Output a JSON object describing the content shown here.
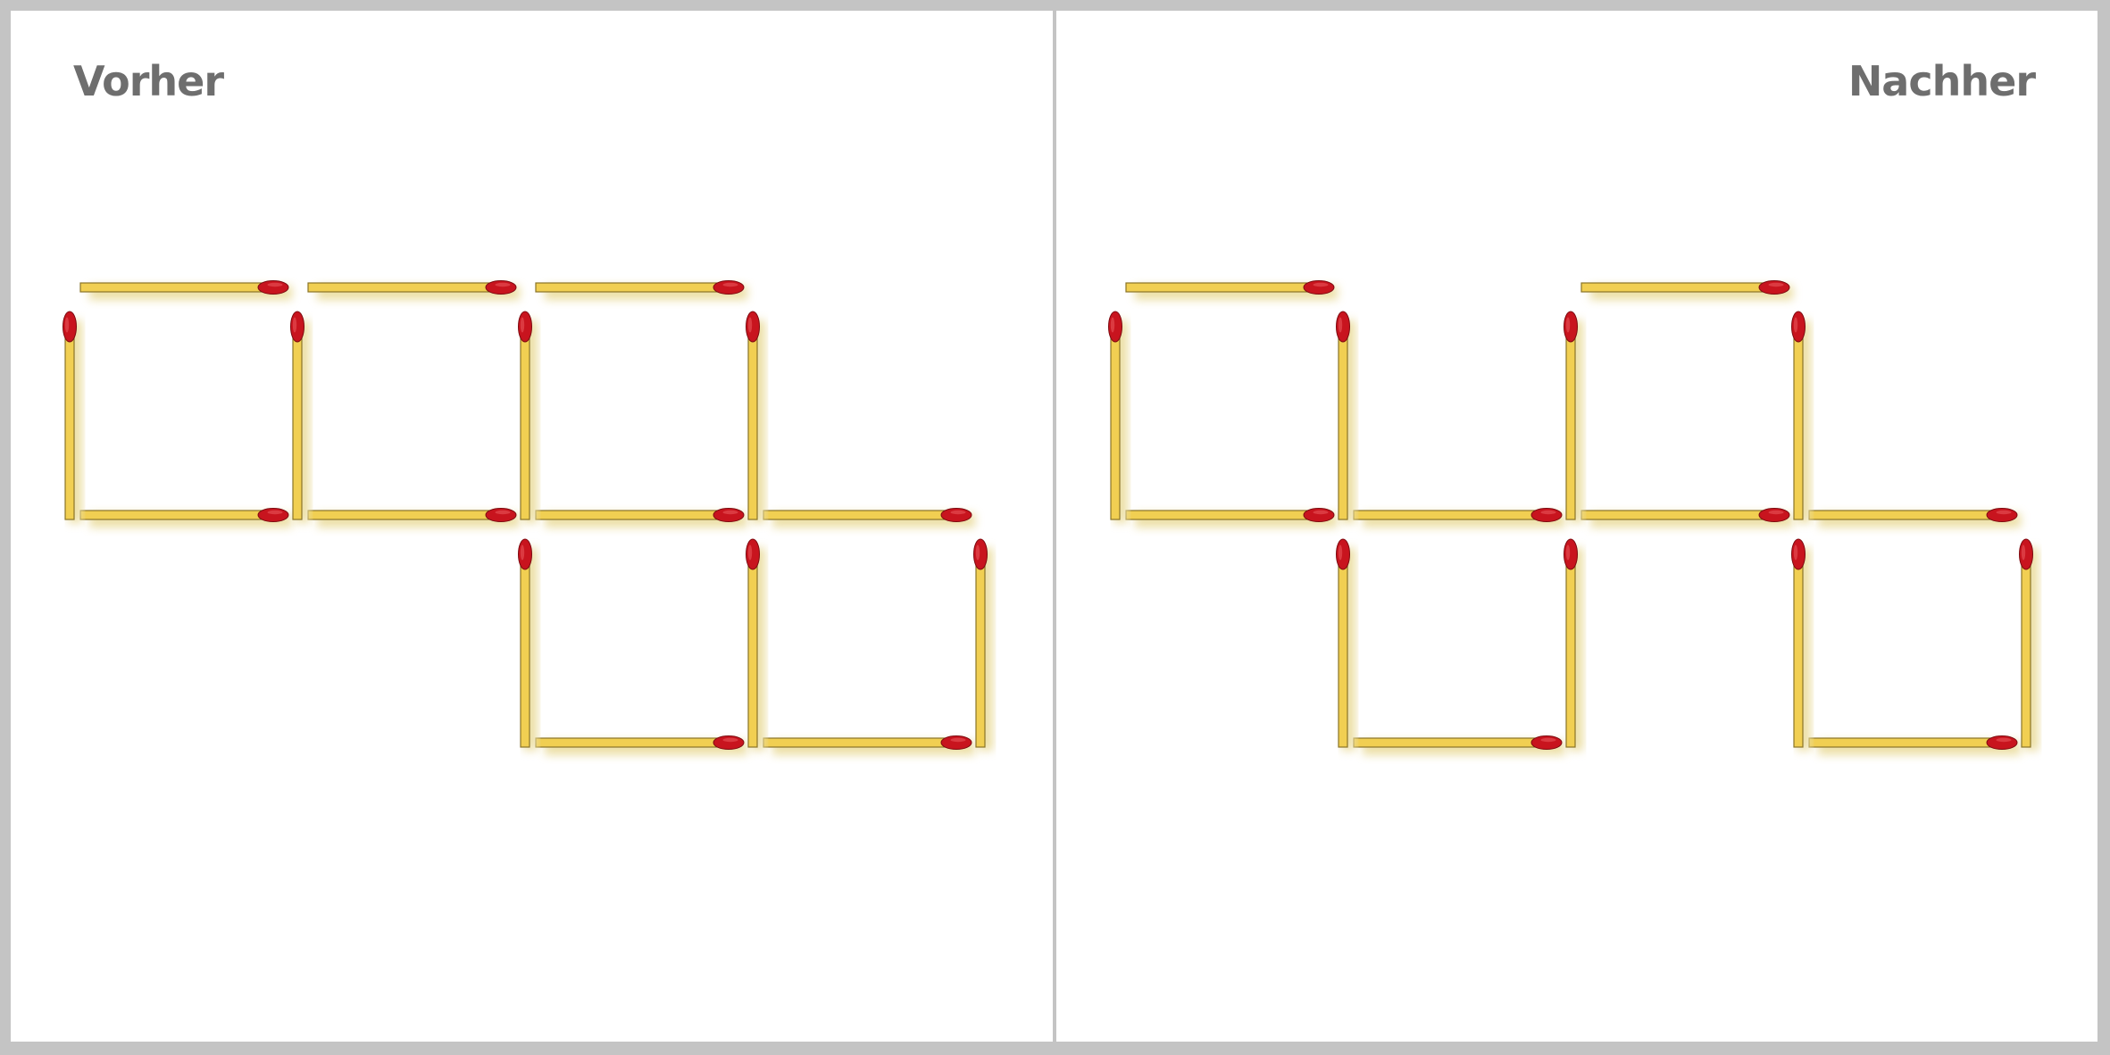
{
  "panels": [
    {
      "id": "before",
      "title": "Vorher",
      "matches": {
        "horizontal": [
          [
            0,
            0
          ],
          [
            1,
            0
          ],
          [
            2,
            0
          ],
          [
            0,
            1
          ],
          [
            1,
            1
          ],
          [
            2,
            1
          ],
          [
            3,
            1
          ],
          [
            2,
            2
          ],
          [
            3,
            2
          ]
        ],
        "vertical": [
          [
            0,
            0
          ],
          [
            1,
            0
          ],
          [
            2,
            0
          ],
          [
            3,
            0
          ],
          [
            2,
            1
          ],
          [
            3,
            1
          ],
          [
            4,
            1
          ]
        ]
      }
    },
    {
      "id": "after",
      "title": "Nachher",
      "matches": {
        "horizontal": [
          [
            0,
            0
          ],
          [
            2,
            0
          ],
          [
            0,
            1
          ],
          [
            1,
            1
          ],
          [
            2,
            1
          ],
          [
            3,
            1
          ],
          [
            1,
            2
          ],
          [
            3,
            2
          ]
        ],
        "vertical": [
          [
            0,
            0
          ],
          [
            1,
            0
          ],
          [
            2,
            0
          ],
          [
            3,
            0
          ],
          [
            1,
            1
          ],
          [
            2,
            1
          ],
          [
            3,
            1
          ],
          [
            4,
            1
          ]
        ]
      }
    }
  ],
  "colors": {
    "frame": "#c4c4c4",
    "panel": "#ffffff",
    "title": "#6e6e6e",
    "match_stick": "#f1cf52",
    "match_stick_edge": "#8a7428",
    "match_head": "#c8141e",
    "match_head_edge": "#7d0a10",
    "shadow": "#eadc9c"
  },
  "icons": {
    "match": "matchstick-icon"
  }
}
